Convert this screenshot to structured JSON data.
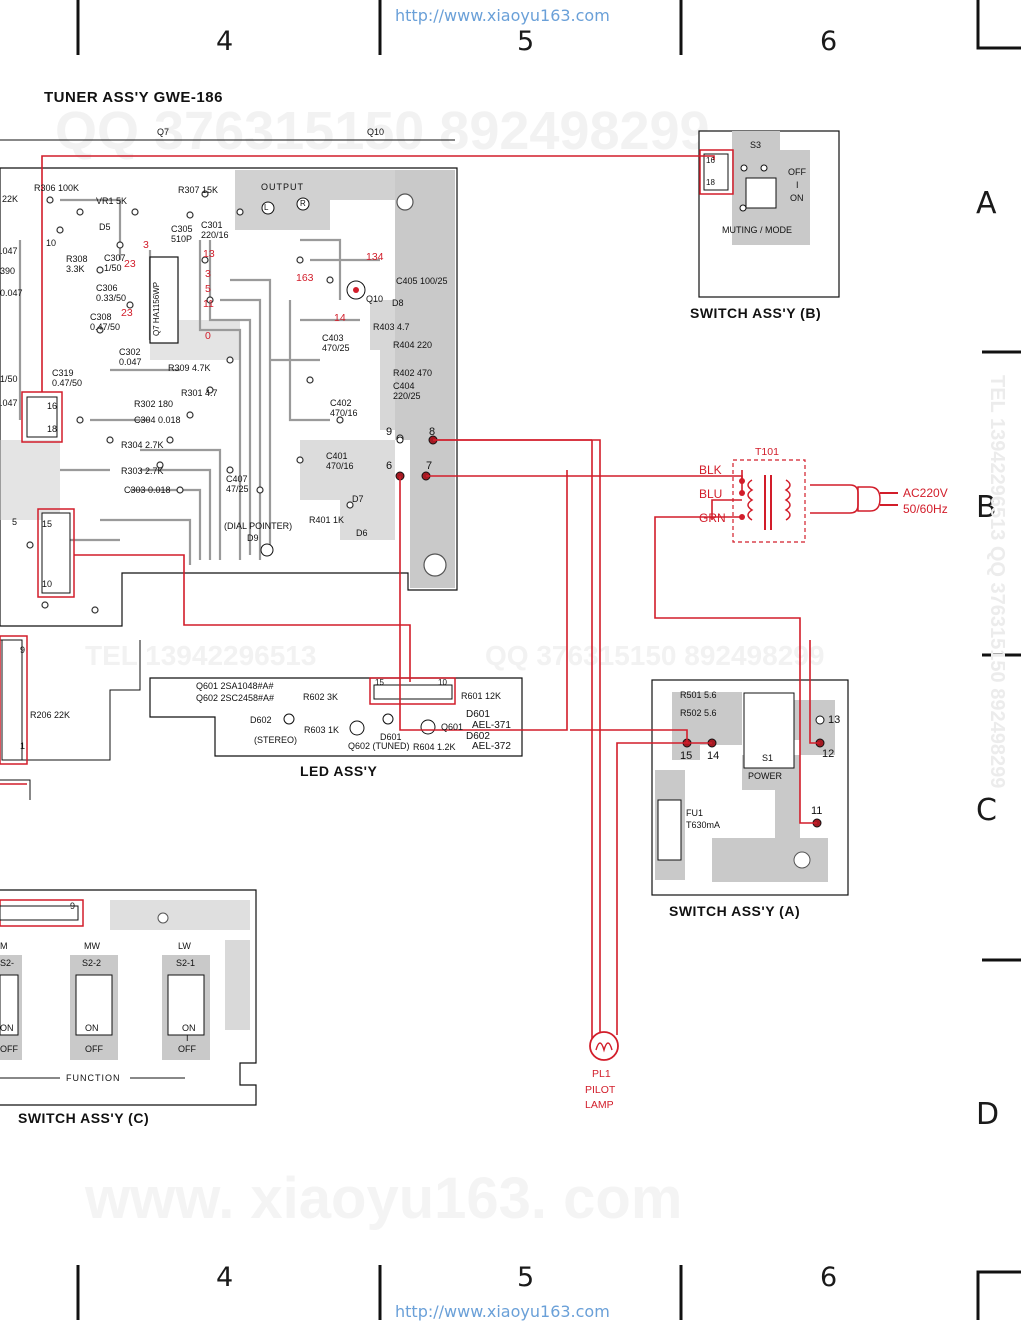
{
  "header": {
    "url_top": "http://www.xiaoyu163.com",
    "url_bottom": "http://www.xiaoyu163.com",
    "columns": [
      "4",
      "5",
      "6"
    ],
    "rows": [
      "A",
      "B",
      "C",
      "D"
    ]
  },
  "watermarks": {
    "qq_top": "QQ 376315150   892498299",
    "tel_mid": "TEL 13942296513",
    "qq_mid": "QQ 376315150 892498299",
    "site": "www. xiaoyu163. com",
    "side_right": "TEL 13942296513  QQ 376315150 892498299"
  },
  "tuner": {
    "title": "TUNER ASS'Y GWE-186",
    "q7": "Q7",
    "q10": "Q10",
    "output": "OUTPUT",
    "out_l": "L",
    "out_r": "R",
    "ic_label": "Q7 HA1156WP",
    "parts": {
      "r306": "R306 100K",
      "vr1": "VR1 5K",
      "r307": "R307 15K",
      "c22k": "22K",
      "c047a": ".047",
      "c390": "390",
      "c047b": "0.047",
      "c1_50": "1/50",
      "c047c": ".047",
      "d5": "D5",
      "r308": "R308 3.3K",
      "c307": "C307 1/50",
      "c306": "C306 0.33/50",
      "c308": "C308 0.47/50",
      "c305": "C305 510P",
      "c301": "C301 220/16",
      "c302": "C302 0.047",
      "r309": "R309 4.7K",
      "c319": "C319 0.47/50",
      "r301": "R301 4.7",
      "r302": "R302 180",
      "c304": "C304 0.018",
      "r304": "R304 2.7K",
      "r303": "R303 2.7K",
      "c303": "C303 0.018",
      "c407": "C407 47/25",
      "q10": "Q10",
      "c405": "C405 100/25",
      "d8": "D8",
      "r403": "R403 4.7",
      "r404": "R404 220",
      "r402": "R402 470",
      "c403": "C403 470/25",
      "c404": "C404 220/25",
      "c402": "C402 470/16",
      "c401": "C401 470/16",
      "d7": "D7",
      "r401": "R401 1K",
      "d6": "D6",
      "dial": "(DIAL POINTER)",
      "d9": "D9",
      "n10": "10",
      "n5": "5",
      "n9": "9",
      "n1": "1",
      "r206": "R206 22K"
    },
    "red_pins": [
      "3",
      "23",
      "13",
      "3",
      "5",
      "11",
      "23",
      "0",
      "163",
      "134",
      "14"
    ],
    "connector_a": [
      "16",
      "18"
    ],
    "connector_b": [
      "15",
      "10"
    ],
    "terminals": [
      "9",
      "8",
      "6",
      "7"
    ]
  },
  "switch_b": {
    "title": "SWITCH ASS'Y (B)",
    "s3": "S3",
    "pins": [
      "16",
      "18"
    ],
    "off": "OFF",
    "sep": "I",
    "on": "ON",
    "mode": "MUTING / MODE"
  },
  "transformer": {
    "name": "T101",
    "blk": "BLK",
    "blu": "BLU",
    "grn": "GRN",
    "ac1": "AC220V",
    "ac2": "50/60Hz"
  },
  "led": {
    "title": "LED ASS'Y",
    "q601": "Q601 2SA1048#A#",
    "q602": "Q602 2SC2458#A#",
    "r602": "R602 3K",
    "r601": "R601 12K",
    "conn_15": "15",
    "conn_10": "10",
    "d602": "D602",
    "stereo": "(STEREO)",
    "r603": "R603 1K",
    "d601": "D601",
    "q601b": "Q601",
    "q602b": "Q602 (TUNED)",
    "r604": "R604 1.2K",
    "d601_part": "D601",
    "d601_num": "AEL-371",
    "d602_part": "D602",
    "d602_num": "AEL-372"
  },
  "switch_a": {
    "title": "SWITCH ASS'Y (A)",
    "r501": "R501 5.6",
    "r502": "R502 5.6",
    "s1": "S1",
    "power": "POWER",
    "fu1": "FU1",
    "fuse": "T630mA",
    "n13": "13",
    "n15": "15",
    "n14": "14",
    "n12": "12",
    "n11": "11"
  },
  "switch_c": {
    "title": "SWITCH ASS'Y (C)",
    "conn9": "9",
    "mw": "MW",
    "lw": "LW",
    "m": "M",
    "s22": "S2-2",
    "s21": "S2-1",
    "s2": "S2-",
    "on": "ON",
    "sep": "I",
    "off": "OFF",
    "function": "FUNCTION"
  },
  "pilot": {
    "pl1": "PL1",
    "pilot": "PILOT",
    "lamp": "LAMP"
  },
  "colors": {
    "wire_red": "#d21d2a",
    "pcb_gray": "#c9c9c9",
    "trace_light": "#e6e6e6",
    "ink": "#111111"
  }
}
